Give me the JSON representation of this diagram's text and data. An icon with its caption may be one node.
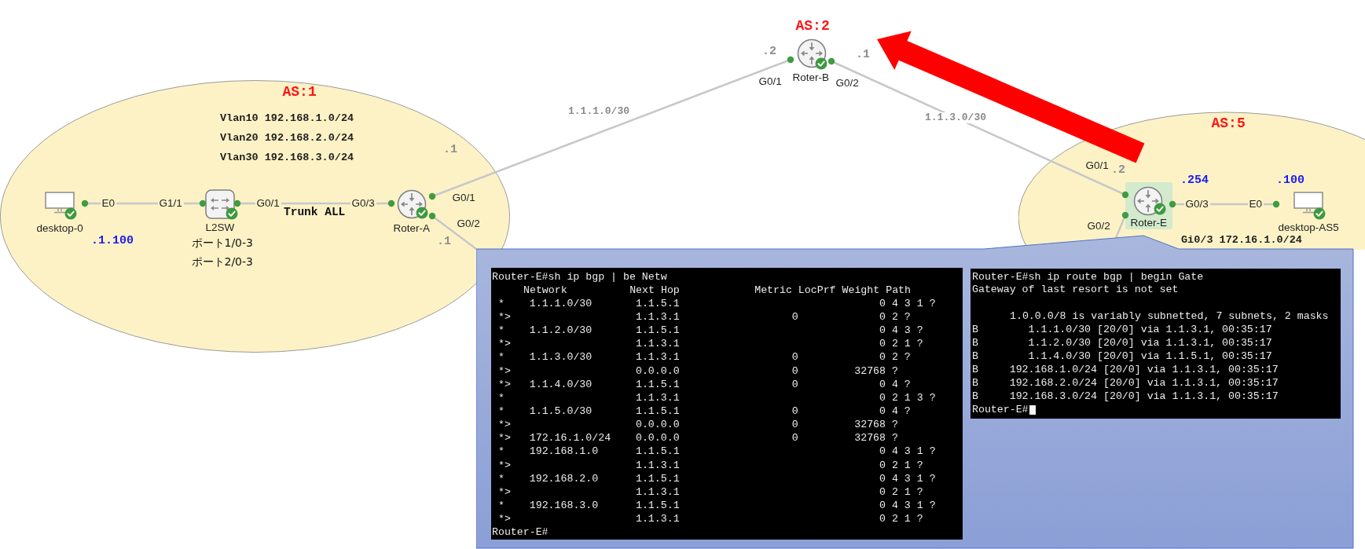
{
  "diagram": {
    "nodes": [
      {
        "text": [
          "AS:1"
        ]
      },
      {
        "text": [
          "desktop-0"
        ],
        "in": 0
      },
      {
        "text": [
          "L2SW"
        ],
        "in": 0,
        "beside": [
          "ポート1/0-3",
          "ポート2/0-3"
        ]
      },
      {
        "text": [
          "Roter-A"
        ],
        "in": 0
      },
      {
        "text": [
          "Roter-B"
        ],
        "beside": [
          "AS:2"
        ]
      },
      {
        "text": [
          "AS:5"
        ]
      },
      {
        "text": [
          "Roter-E"
        ],
        "in": 5
      },
      {
        "text": [
          "desktop-AS5"
        ],
        "in": 5
      },
      {
        "text": [],
        "shape": "callout"
      },
      {
        "text": [
          "Router-E#sh ip bgp | be Netw",
          "     Network          Next Hop            Metric LocPrf Weight Path",
          " *    1.1.1.0/30       1.1.5.1                                0 4 3 1 ?",
          " *>                    1.1.3.1                  0             0 2 ?",
          " *    1.1.2.0/30       1.1.5.1                                0 4 3 ?",
          " *>                    1.1.3.1                                0 2 1 ?",
          " *    1.1.3.0/30       1.1.3.1                  0             0 2 ?",
          " *>                    0.0.0.0                  0         32768 ?",
          " *>   1.1.4.0/30       1.1.5.1                  0             0 4 ?",
          " *                     1.1.3.1                                0 2 1 3 ?",
          " *    1.1.5.0/30       1.1.5.1                  0             0 4 ?",
          " *>                    0.0.0.0                  0         32768 ?",
          " *>   172.16.1.0/24    0.0.0.0                  0         32768 ?",
          " *    192.168.1.0      1.1.5.1                                0 4 3 1 ?",
          " *>                    1.1.3.1                                0 2 1 ?",
          " *    192.168.2.0      1.1.5.1                                0 4 3 1 ?",
          " *>                    1.1.3.1                                0 2 1 ?",
          " *    192.168.3.0      1.1.5.1                                0 4 3 1 ?",
          " *>                    1.1.3.1                                0 2 1 ?",
          "Router-E#"
        ],
        "in": 8
      },
      {
        "text": [
          "Router-E#sh ip route bgp | begin Gate",
          "Gateway of last resort is not set",
          "      1.0.0.0/8 is variably subnetted, 7 subnets, 2 masks",
          "B        1.1.1.0/30 [20/0] via 1.1.3.1, 00:35:17",
          "B        1.1.2.0/30 [20/0] via 1.1.3.1, 00:35:17",
          "B        1.1.4.0/30 [20/0] via 1.1.5.1, 00:35:17",
          "B     192.168.1.0/24 [20/0] via 1.1.3.1, 00:35:17",
          "B     192.168.2.0/24 [20/0] via 1.1.3.1, 00:35:17",
          "B     192.168.3.0/24 [20/0] via 1.1.3.1, 00:35:17",
          "Router-E#"
        ],
        "in": 8
      }
    ],
    "edges": [
      {
        "from": 1,
        "to": 2,
        "arrow": "none"
      },
      {
        "from": 2,
        "to": 3,
        "arrow": "none",
        "label": "Trunk ALL"
      },
      {
        "from": 3,
        "to": 4,
        "arrow": "none",
        "label": "1.1.1.0/30"
      },
      {
        "from": 4,
        "to": 6,
        "arrow": "none",
        "label": "1.1.3.0/30"
      },
      {
        "from": 6,
        "to": 7,
        "arrow": "none"
      },
      {
        "from": 3,
        "to": 8,
        "arrow": "none"
      },
      {
        "from": 6,
        "to": 8,
        "arrow": "none"
      }
    ],
    "labels": [
      ".2",
      ".1",
      "G0/1",
      "G0/2",
      "Vlan10 192.168.1.0/24",
      "Vlan20 192.168.2.0/24",
      ".1",
      "Vlan30 192.168.3.0/24",
      "G0/1",
      ".2",
      ".254",
      ".100",
      "G0/1",
      "E0",
      "G1/1",
      "G0/1",
      "G0/3",
      "G0/3",
      "E0",
      "G0/2",
      "G0/2",
      ".1.100",
      ".1",
      "Gi0/3 172.16.1.0/24"
    ]
  }
}
